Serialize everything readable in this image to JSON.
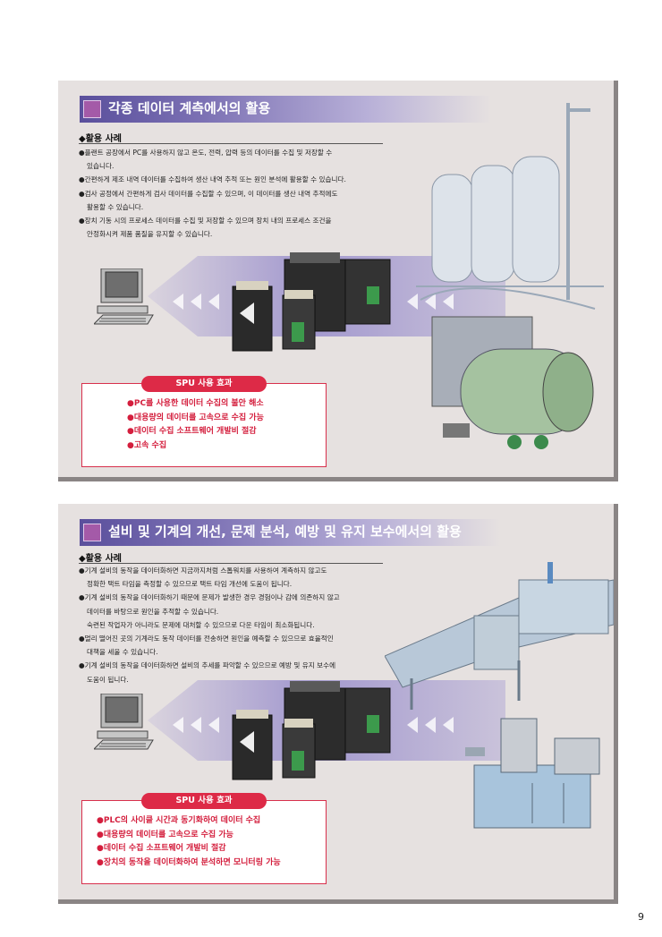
{
  "page_number": "9",
  "sections": [
    {
      "title": "각종 데이터 계측에서의 활용",
      "subheading": "◆활용 사례",
      "bullets": [
        "●플랜트 공장에서 PC를 사용하지 않고 온도, 전력, 압력 등의 데이터를 수집 및 저장할 수",
        "있습니다.",
        "●간편하게 제조 내역 데이터를 수집하여 생산 내역 추적 또는 원인 분석에 활용할 수 있습니다.",
        "●검사 공정에서 간편하게 검사 데이터를 수집할 수 있으며, 이 데이터를 생산 내역 추적에도",
        "활용할 수 있습니다.",
        "●장치 기동 시의 프로세스 데이터를 수집 및 저장할 수 있으며 장치 내의 프로세스 조건을",
        "안정화시켜 제품 품질을 유지할 수 있습니다."
      ],
      "effect_title": "SPU 사용 효과",
      "effects": [
        "●PC를 사용한 데이터 수집의 불안 해소",
        "●대용량의 데이터를 고속으로 수집 가능",
        "●데이터 수집 소프트웨어 개발비 절감",
        "●고속 수집"
      ]
    },
    {
      "title": "설비 및 기계의 개선, 문제 분석, 예방 및 유지 보수에서의 활용",
      "subheading": "◆활용 사례",
      "bullets": [
        "●기계 설비의 동작을 데이터화하면 지금까지처럼 스톱워치를 사용하여 계측하지 않고도",
        "정확한 택트 타임을 측정할 수 있으므로 택트 타임 개선에 도움이 됩니다.",
        "●기계 설비의 동작을 데이터화하기 때문에 문제가 발생한 경우 경험이나 감에 의존하지 않고",
        "데이터를 바탕으로 원인을 추적할 수 있습니다.",
        "숙련된 작업자가 아니라도 문제에 대처할 수 있으므로 다운 타임이 최소화됩니다.",
        "●멀리 떨어진 곳의 기계라도 동작 데이터를 전송하면 원인을 예측할 수 있으므로 효율적인",
        "대책을 세울 수 있습니다.",
        "●기계 설비의 동작을 데이터화하면 설비의 추세를 파악할 수 있으므로 예방 및 유지 보수에",
        "도움이 됩니다."
      ],
      "effect_title": "SPU 사용 효과",
      "effects": [
        "●PLC의 사이클 시간과 동기화하여 데이터 수집",
        "●대용량의 데이터를 고속으로 수집 가능",
        "●데이터 수집 소프트웨어 개발비 절감",
        "●장치의 동작을 데이터화하여 분석하면 모니터링 가능"
      ]
    }
  ]
}
